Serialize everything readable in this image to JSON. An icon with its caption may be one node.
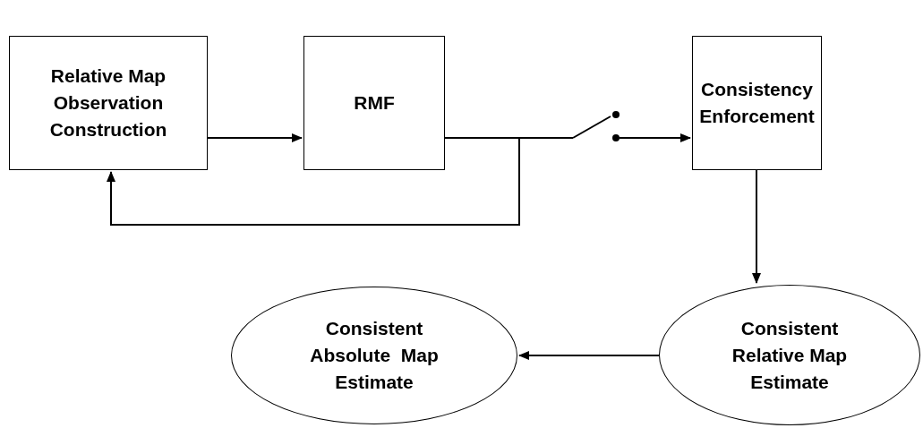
{
  "diagram": {
    "nodes": [
      {
        "text": [
          "Relative Map Observation Construction"
        ]
      },
      {
        "text": [
          "RMF"
        ]
      },
      {
        "text": [],
        "shape": "switch"
      },
      {
        "text": [
          "Consistency Enforcement"
        ]
      },
      {
        "text": [
          "Consistent Relative Map Estimate"
        ]
      },
      {
        "text": [
          "Consistent Absolute  Map Estimate"
        ]
      }
    ],
    "edges": [
      {
        "from": 0,
        "to": 1,
        "arrow": "to"
      },
      {
        "from": 1,
        "to": 2,
        "arrow": "none"
      },
      {
        "from": 2,
        "to": 3,
        "arrow": "to"
      },
      {
        "from": 1,
        "to": 0,
        "arrow": "to"
      },
      {
        "from": 3,
        "to": 4,
        "arrow": "to"
      },
      {
        "from": 4,
        "to": 5,
        "arrow": "to"
      }
    ]
  }
}
